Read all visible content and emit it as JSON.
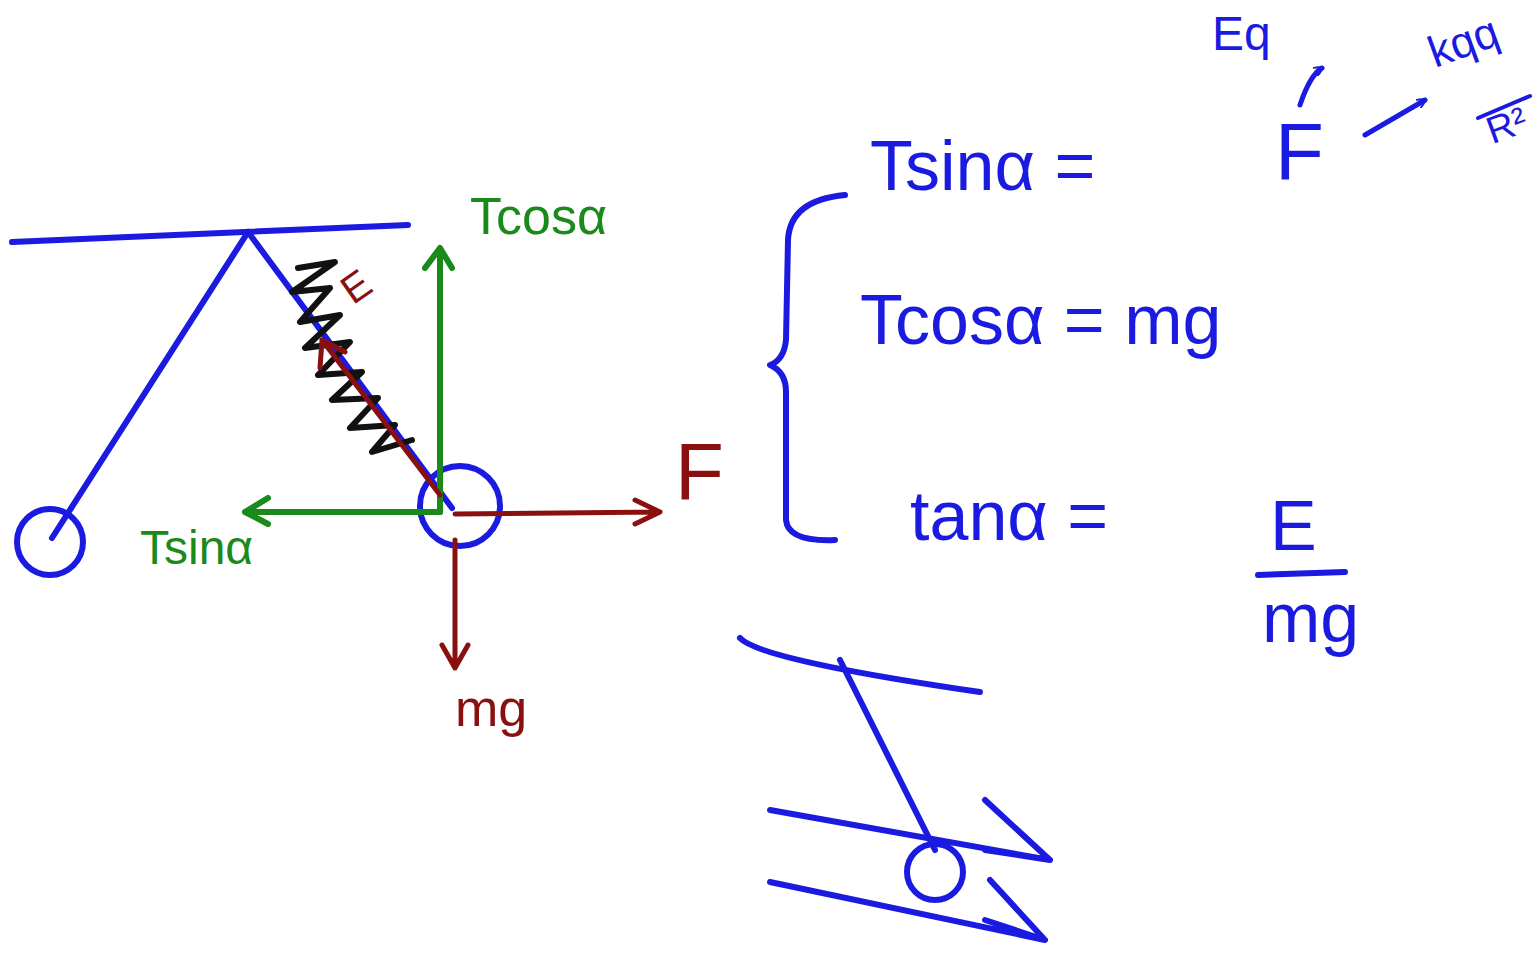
{
  "diagram": {
    "labels": [
      "Tcosα",
      "E",
      "Tsinα",
      "F",
      "mg",
      "Tsinα =",
      "F",
      "Tcosα = mg",
      "tanα =",
      "E",
      "mg",
      "Eq",
      "kqq",
      "R²"
    ]
  }
}
